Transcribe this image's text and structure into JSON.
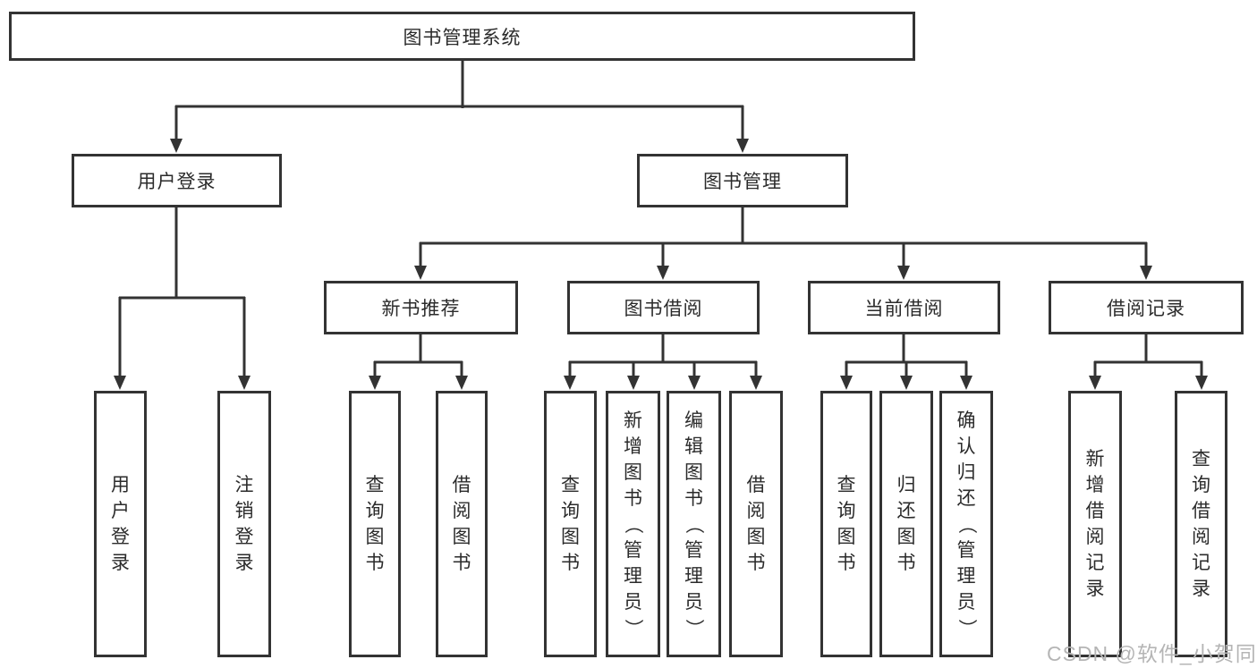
{
  "tree": {
    "root": {
      "label": "图书管理系统",
      "children": [
        {
          "label": "用户登录",
          "children": [
            {
              "label": "用户登录"
            },
            {
              "label": "注销登录"
            }
          ]
        },
        {
          "label": "图书管理",
          "children": [
            {
              "label": "新书推荐",
              "children": [
                {
                  "label": "查询图书"
                },
                {
                  "label": "借阅图书"
                }
              ]
            },
            {
              "label": "图书借阅",
              "children": [
                {
                  "label": "查询图书"
                },
                {
                  "label": "新增图书（管理员）"
                },
                {
                  "label": "编辑图书（管理员）"
                },
                {
                  "label": "借阅图书"
                }
              ]
            },
            {
              "label": "当前借阅",
              "children": [
                {
                  "label": "查询图书"
                },
                {
                  "label": "归还图书"
                },
                {
                  "label": "确认归还（管理员）"
                }
              ]
            },
            {
              "label": "借阅记录",
              "children": [
                {
                  "label": "新增借阅记录"
                },
                {
                  "label": "查询借阅记录"
                }
              ]
            }
          ]
        }
      ]
    }
  },
  "watermark": {
    "text": "CSDN @软件_小贺同学"
  },
  "colors": {
    "line": "#333333",
    "text": "#2b2b2b",
    "watermark": "#b5b5b5",
    "background": "#ffffff"
  }
}
